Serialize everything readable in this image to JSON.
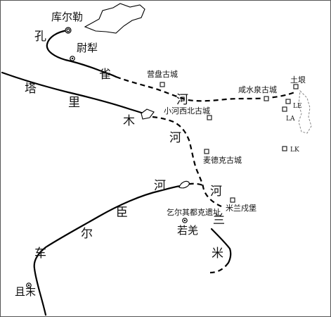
{
  "cities": {
    "korla": "库尔勒",
    "yuli": "尉犁",
    "ruoqiang": "若羌",
    "qiemo": "且末"
  },
  "sites": {
    "yingpan": "营盘古城",
    "xianshuiquan": "咸水泉古城",
    "tugen": "土垠",
    "le": "LE",
    "la": "LA",
    "lk": "LK",
    "xiaohe": "小河西北古城",
    "maideke": "麦德克古城",
    "miran_fort": "米兰戍堡",
    "yierqi": "乞尔其都克遗址"
  },
  "rivers": {
    "kongque": [
      "孔",
      "雀",
      "河"
    ],
    "tarim": [
      "塔",
      "里",
      "木",
      "河"
    ],
    "cherchen": [
      "车",
      "尔",
      "臣",
      "河"
    ],
    "miran": [
      "河",
      "兰",
      "米"
    ]
  }
}
